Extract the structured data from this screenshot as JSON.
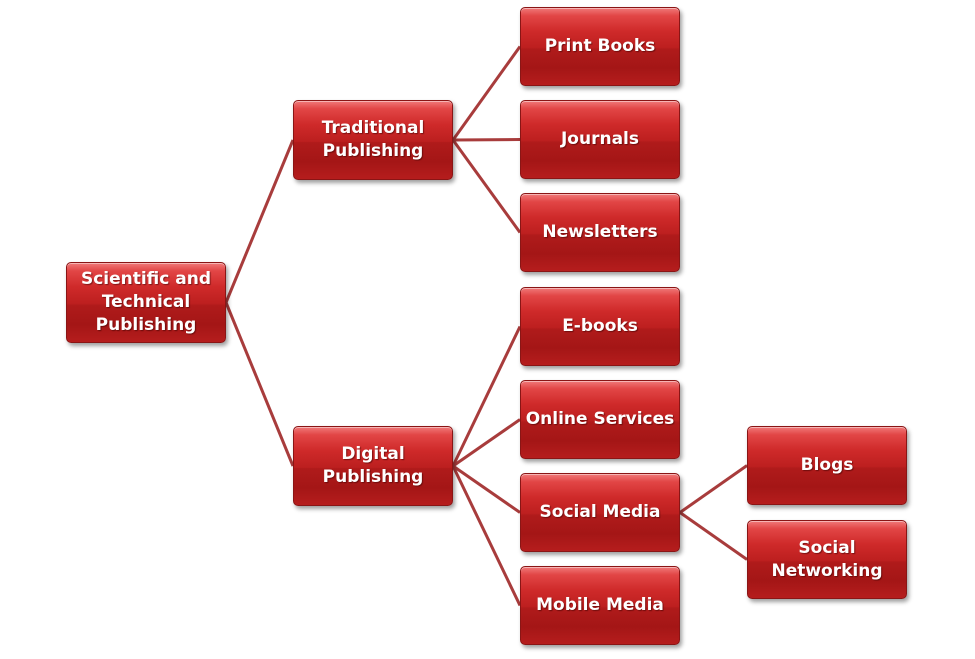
{
  "diagram": {
    "root": {
      "label": "Scientific and Technical Publishing"
    },
    "traditional": {
      "label": "Traditional Publishing",
      "children": [
        "Print Books",
        "Journals",
        "Newsletters"
      ]
    },
    "digital": {
      "label": "Digital Publishing",
      "children": [
        "E-books",
        "Online Services",
        "Social Media",
        "Mobile Media"
      ]
    },
    "social_media": {
      "children": [
        "Blogs",
        "Social Networking"
      ]
    },
    "colors": {
      "node_fill": "#c0392b",
      "connector": "#a83c3c",
      "text": "#ffffff"
    }
  }
}
